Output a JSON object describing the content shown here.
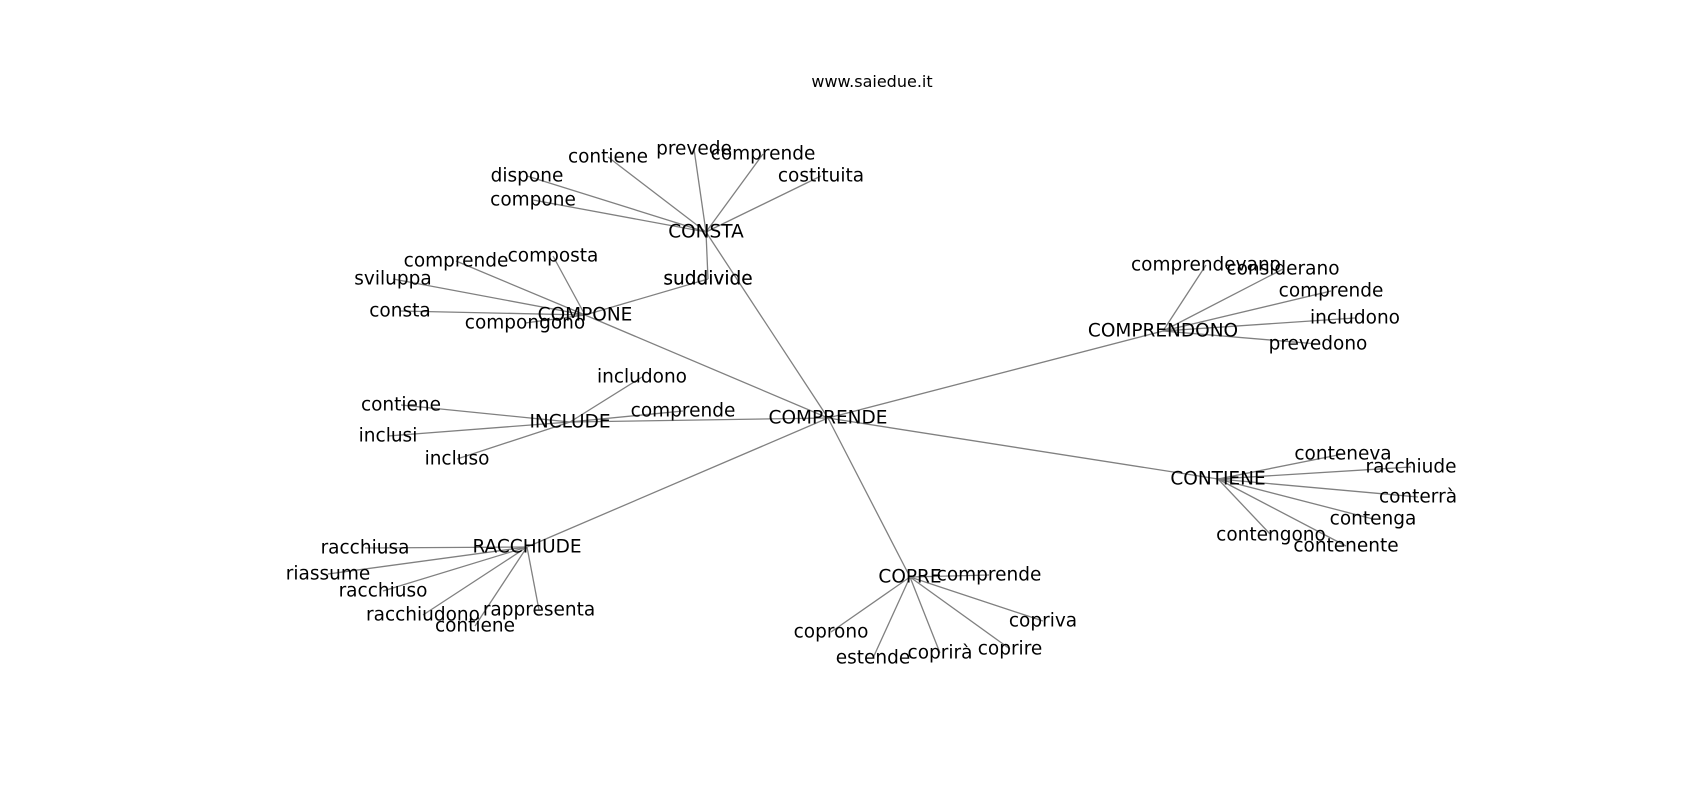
{
  "site": "www.saiedue.it",
  "root": "COMPRENDE",
  "groups": [
    {
      "id": "consta",
      "label": "CONSTA",
      "children": [
        "contiene",
        "prevede",
        "comprende",
        "costituita",
        "dispone",
        "compone",
        "suddivide"
      ]
    },
    {
      "id": "compone",
      "label": "COMPONE",
      "children": [
        "comprende",
        "composta",
        "sviluppa",
        "consta",
        "compongono",
        "suddivide"
      ]
    },
    {
      "id": "include",
      "label": "INCLUDE",
      "children": [
        "includono",
        "contiene",
        "inclusi",
        "incluso",
        "comprende"
      ]
    },
    {
      "id": "racchiude",
      "label": "RACCHIUDE",
      "children": [
        "racchiusa",
        "riassume",
        "racchiuso",
        "racchiudono",
        "contiene",
        "rappresenta"
      ]
    },
    {
      "id": "copre",
      "label": "COPRE",
      "children": [
        "comprende",
        "coprono",
        "estende",
        "coprirà",
        "coprire",
        "copriva"
      ]
    },
    {
      "id": "comprendono",
      "label": "COMPRENDONO",
      "children": [
        "comprendevano",
        "considerano",
        "comprende",
        "includono",
        "prevedono"
      ]
    },
    {
      "id": "contiene",
      "label": "CONTIENE",
      "children": [
        "conteneva",
        "racchiude",
        "conterrà",
        "contenga",
        "contengono",
        "contenente"
      ]
    }
  ],
  "style": {
    "edge_color": "#808080",
    "text_color": "#000000",
    "background": "#ffffff"
  }
}
